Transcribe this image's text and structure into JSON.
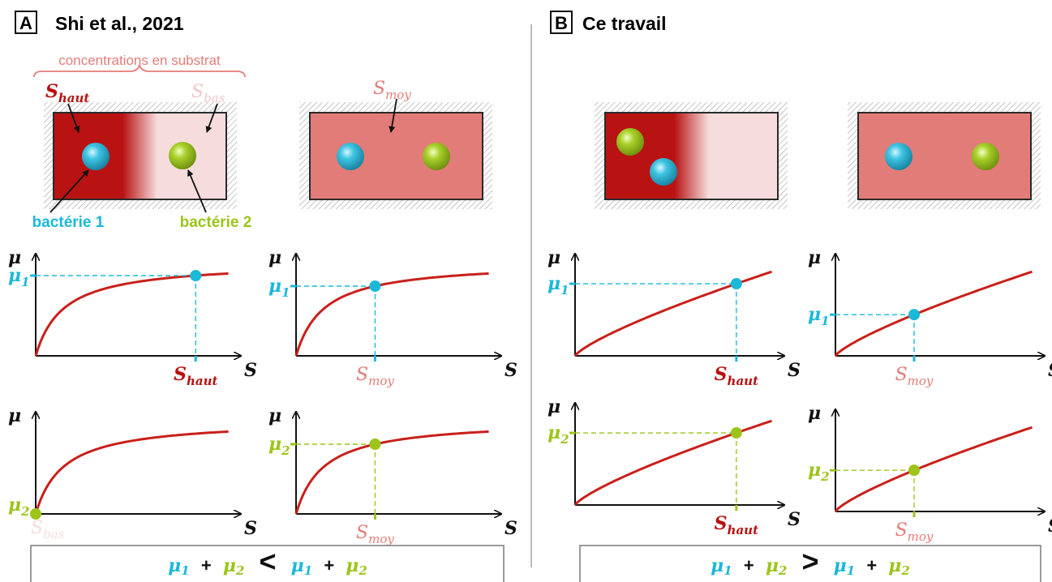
{
  "colors": {
    "cyan": "#1bb8d8",
    "green": "#9cc41a",
    "dark_red": "#b81212",
    "mid_red": "#e27c78",
    "light_red": "#f6dcdc",
    "curve": "#c8201a",
    "frame": "#2a2a2a"
  },
  "panel_a": {
    "letter": "A",
    "title": "Shi et al., 2021",
    "brace_label": "concentrations en substrat",
    "s_haut": "S",
    "s_haut_sub": "haut",
    "s_bas": "S",
    "s_bas_sub": "bas",
    "s_moy": "S",
    "s_moy_sub": "moy",
    "bacteria1_label": "bactérie 1",
    "bacteria2_label": "bactérie 2"
  },
  "panel_b": {
    "letter": "B",
    "title": "Ce travail"
  },
  "axis": {
    "y_label": "μ",
    "x_label": "S"
  },
  "ticks": {
    "mu": "μ",
    "mu1_sub": "1",
    "mu2_sub": "2",
    "s": "S",
    "haut": "haut",
    "bas": "bas",
    "moy": "moy"
  },
  "summary_a": {
    "mu": "μ",
    "sub1": "1",
    "sub2": "2",
    "plus": "+",
    "relation": "<"
  },
  "summary_b": {
    "mu": "μ",
    "sub1": "1",
    "sub2": "2",
    "plus": "+",
    "relation": ">"
  }
}
